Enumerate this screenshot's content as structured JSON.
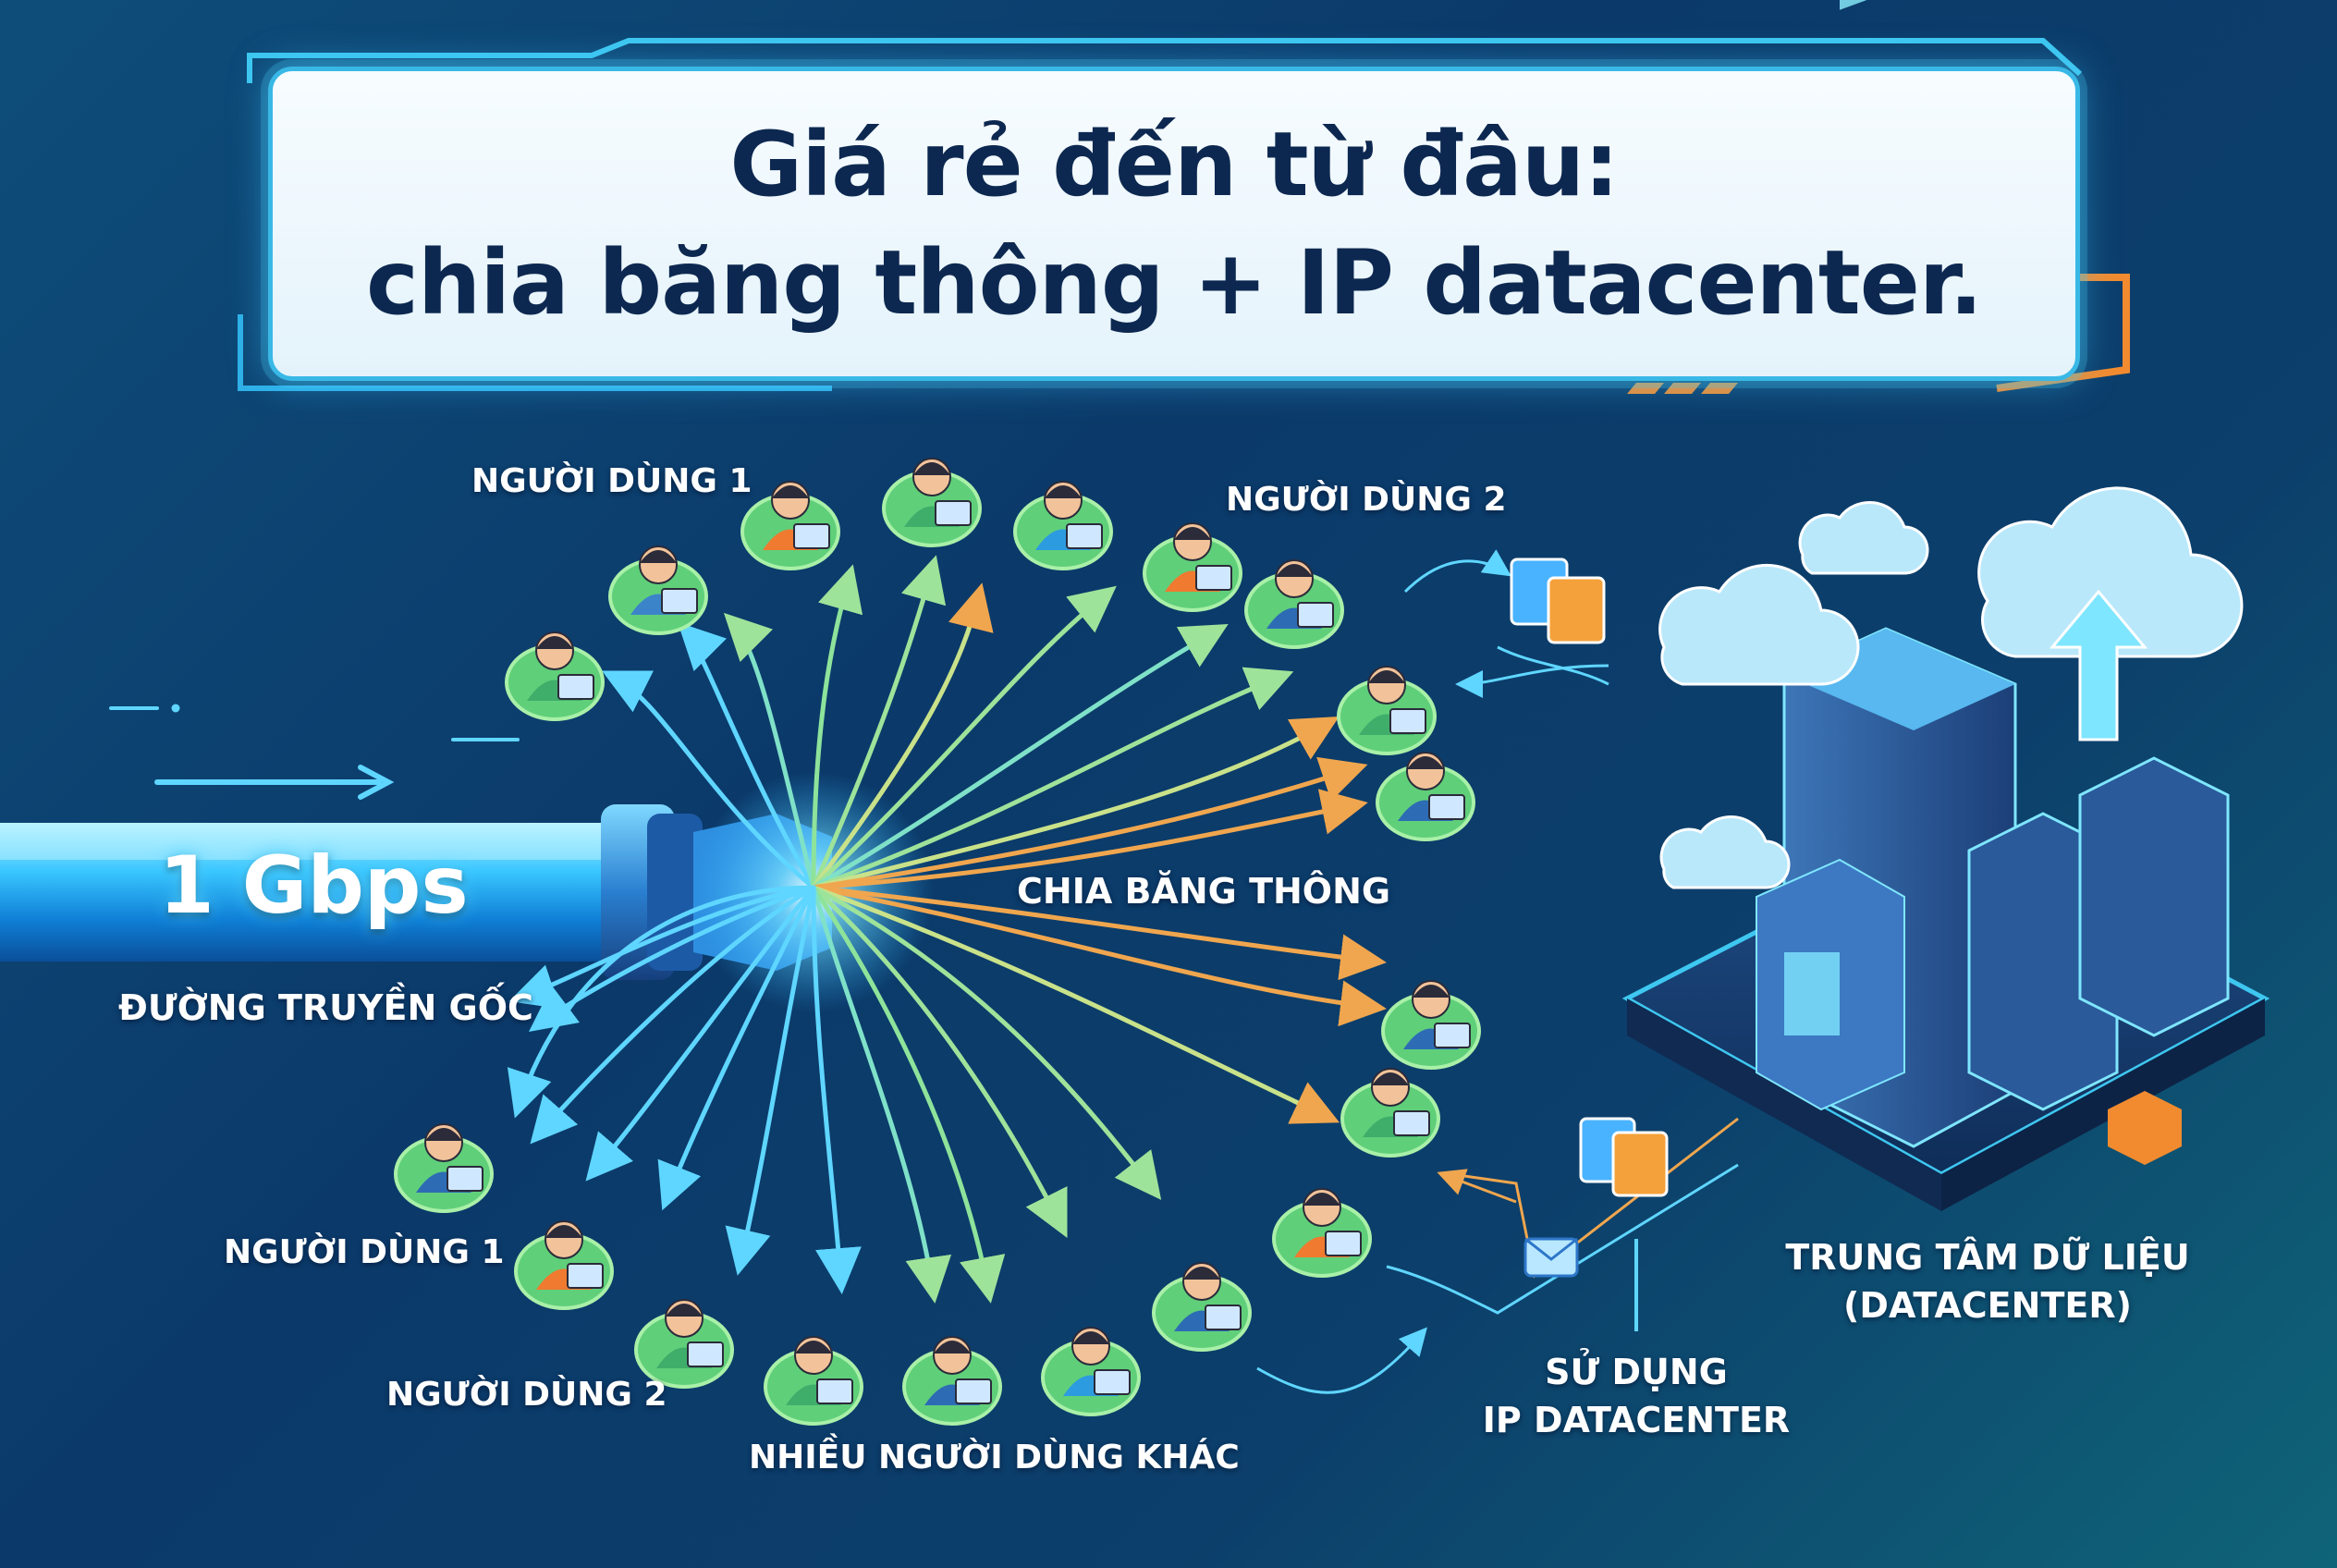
{
  "title": {
    "line1": "Giá rẻ đến từ đâu:",
    "line2": "chia băng thông + IP datacenter."
  },
  "source": {
    "speed": "1 Gbps",
    "caption": "ĐƯỜNG TRUYỀN GỐC"
  },
  "split_label": "CHIA BĂNG THÔNG",
  "users": {
    "top_left": "NGƯỜI DÙNG 1",
    "top_right": "NGƯỜI DÙNG 2",
    "bottom_left_1": "NGƯỜI DÙNG 1",
    "bottom_left_2": "NGƯỜI DÙNG 2",
    "many": "NHIỀU NGƯỜI DÙNG KHÁC"
  },
  "datacenter": {
    "line1": "TRUNG TÂM DỮ LIỆU",
    "line2": "(DATACENTER)"
  },
  "ip_usage": {
    "line1": "SỬ DỤNG",
    "line2": "IP DATACENTER"
  },
  "colors": {
    "background": "#0b3a6a",
    "accent_cyan": "#46d4ff",
    "accent_green": "#8fe39a",
    "accent_orange": "#f5a44a",
    "title_text": "#0d2850"
  },
  "icons": [
    "user-laptop-icon",
    "cloud-icon",
    "server-building-icon",
    "email-icon",
    "document-icon",
    "arrow-icon"
  ]
}
